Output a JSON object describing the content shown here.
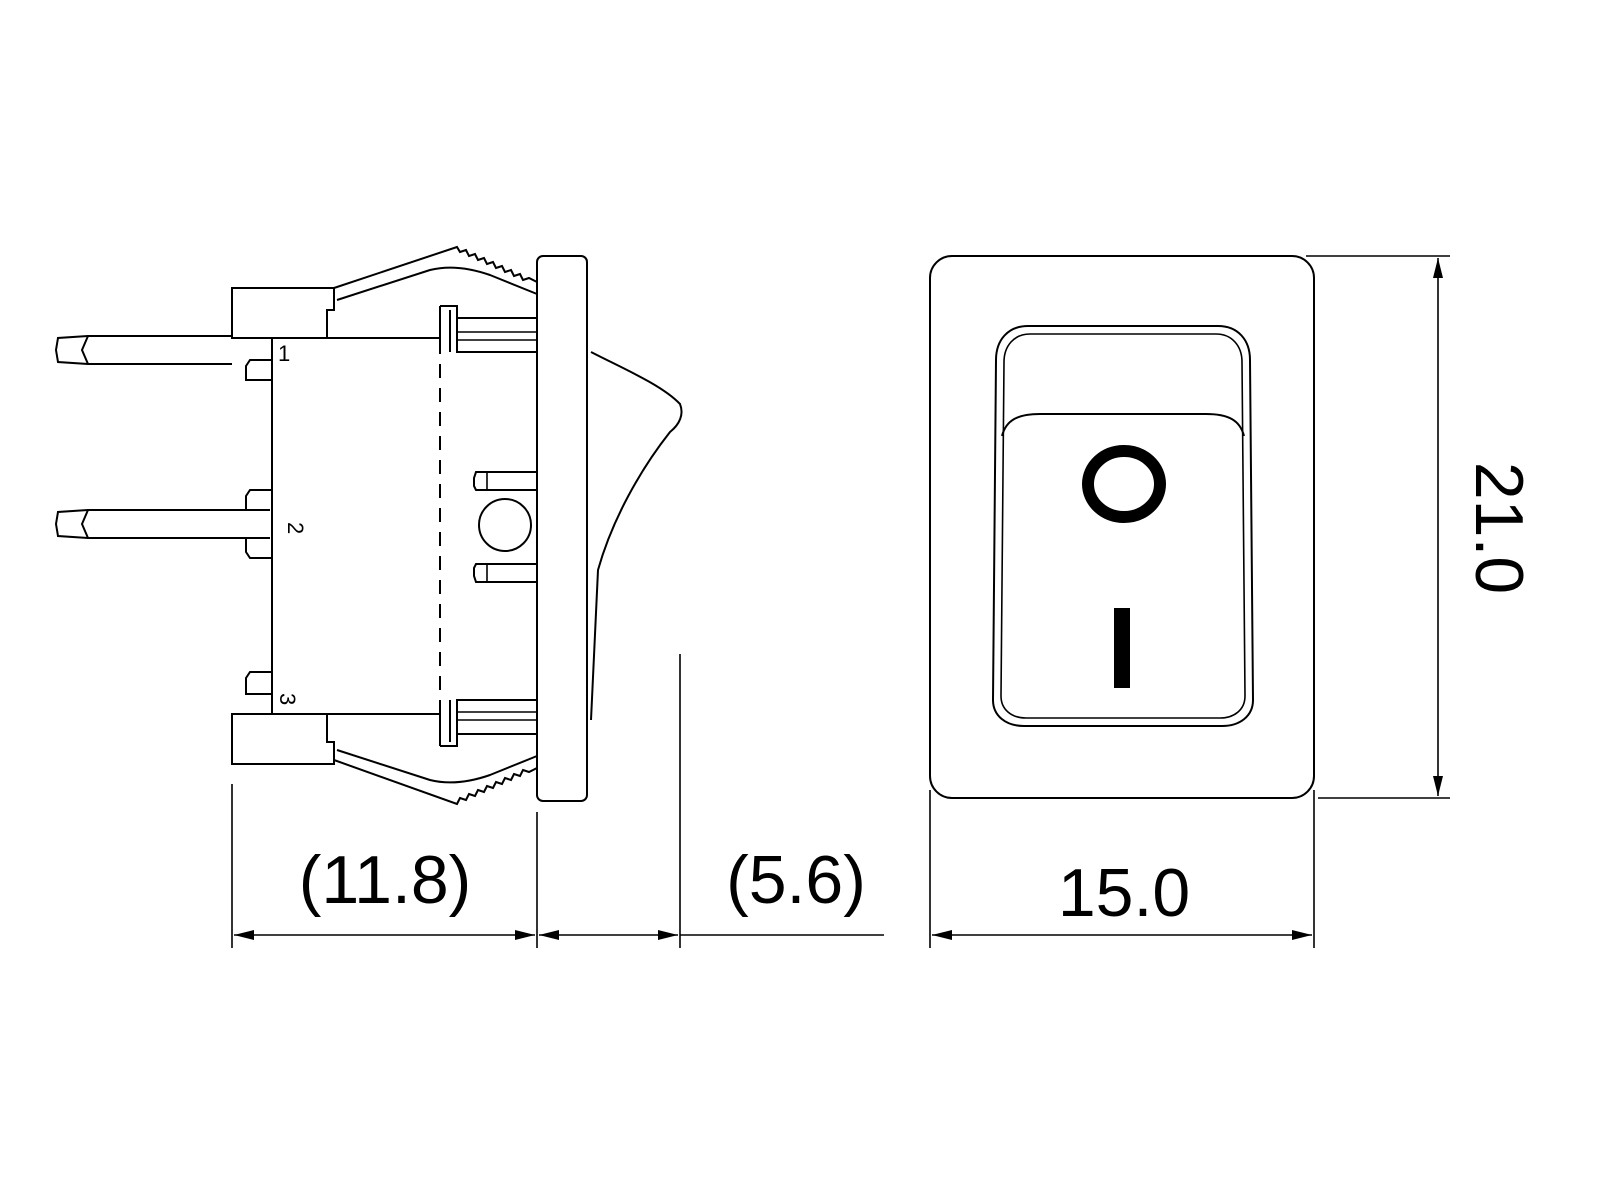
{
  "dimensions": {
    "body_depth": "(11.8)",
    "rocker_height": "(5.6)",
    "width": "15.0",
    "height": "21.0"
  },
  "pins": [
    "1",
    "2",
    "3"
  ],
  "rocker_symbols": {
    "off": "O",
    "on": "I"
  }
}
